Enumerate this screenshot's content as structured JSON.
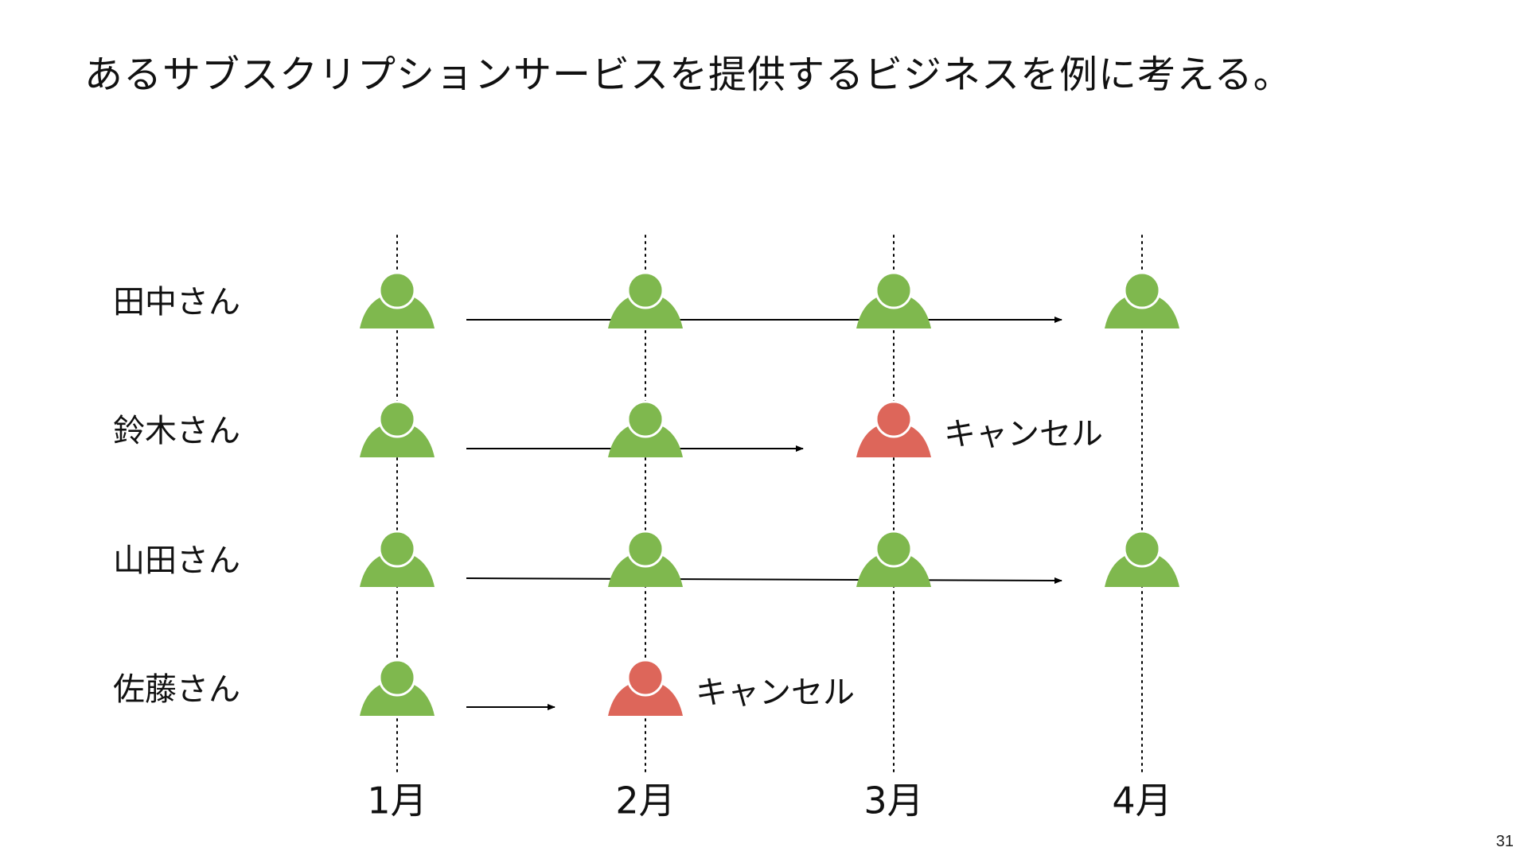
{
  "title": "あるサブスクリプションサービスを提供するビジネスを例に考える。",
  "page_number": "31",
  "cancel_label": "キャンセル",
  "months": [
    "1月",
    "2月",
    "3月",
    "4月"
  ],
  "colors": {
    "active": "#7fb84e",
    "cancelled": "#dd665a",
    "line": "#000000"
  },
  "customers": [
    {
      "name": "田中さん",
      "statuses": [
        "active",
        "active",
        "active",
        "active"
      ],
      "cancelled_month": null
    },
    {
      "name": "鈴木さん",
      "statuses": [
        "active",
        "active",
        "cancelled",
        null
      ],
      "cancelled_month": "3月"
    },
    {
      "name": "山田さん",
      "statuses": [
        "active",
        "active",
        "active",
        "active"
      ],
      "cancelled_month": null
    },
    {
      "name": "佐藤さん",
      "statuses": [
        "active",
        "cancelled",
        null,
        null
      ],
      "cancelled_month": "2月"
    }
  ]
}
